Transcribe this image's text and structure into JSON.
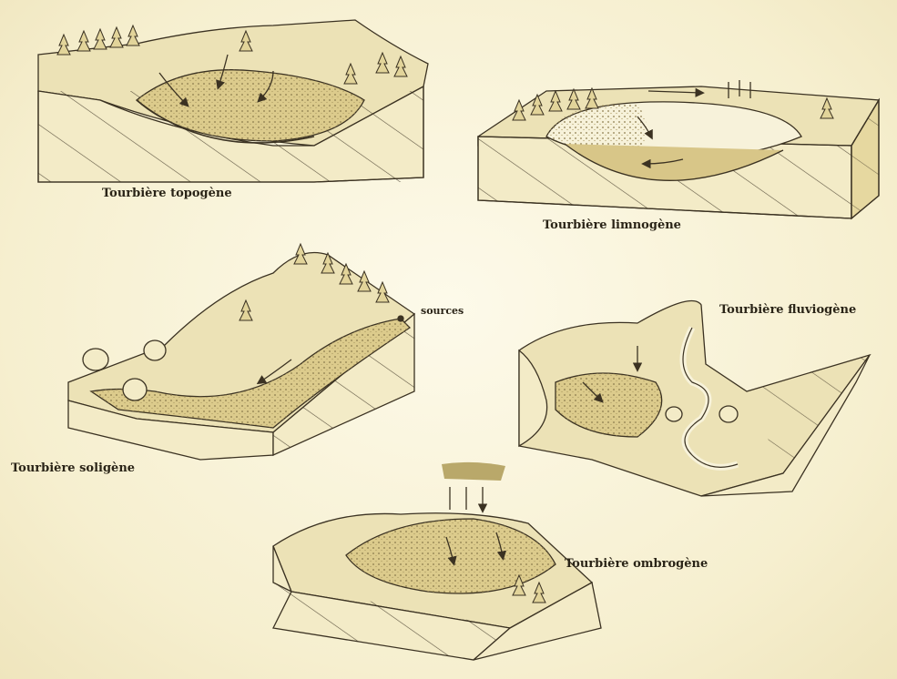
{
  "labels": {
    "topogene": "Tourbière topogène",
    "limnogene": "Tourbière limnogène",
    "soligene": "Tourbière soligène",
    "sources": "sources",
    "fluviogene": "Tourbière fluviogène",
    "ombrogene": "Tourbière ombrogène"
  },
  "colors": {
    "ink": "#3b3222",
    "sand": "#e8dca9",
    "shade": "#d3c184",
    "paper": "#fbf7e4"
  }
}
